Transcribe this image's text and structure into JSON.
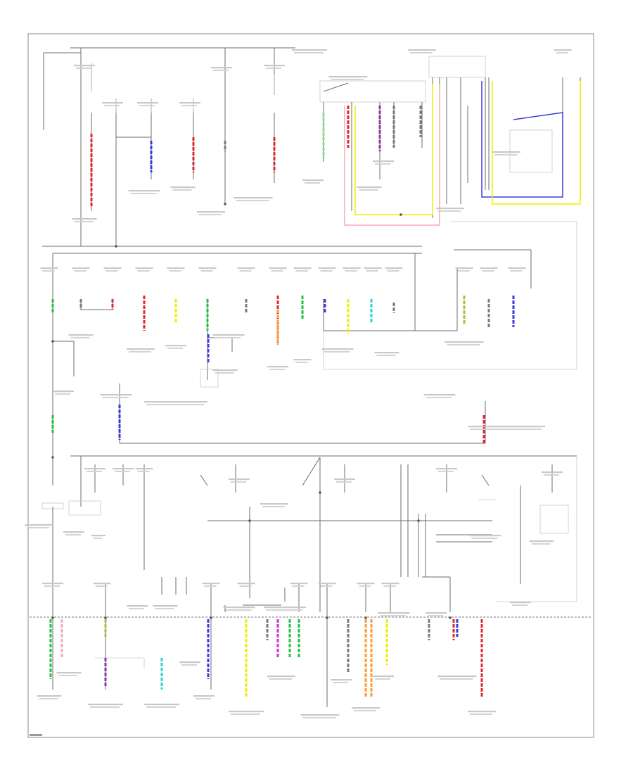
{
  "diagram": {
    "title": "",
    "wire_colors": {
      "red": "#e0282f",
      "pink": "#f7a9b8",
      "blue": "#3b3bdc",
      "yellow": "#eeee00",
      "green": "#22c043",
      "lightgreen": "#8fe08f",
      "orange": "#ff9b2f",
      "purple": "#8a3aa5",
      "violet": "#7f3fbf",
      "cyan": "#27d6d6",
      "magenta": "#d830d8",
      "gray": "#7a7a7a",
      "darkgray": "#444444",
      "olive": "#b8b840",
      "brown": "#a0783c"
    },
    "upper_wires": [
      "red",
      "blue",
      "red",
      "gray",
      "red",
      "lightgreen",
      "red",
      "purple",
      "gray",
      "gray"
    ],
    "middle_wires": [
      "green",
      "gray",
      "red",
      "red",
      "yellow",
      "green",
      "gray",
      "red",
      "green",
      "blue",
      "yellow",
      "cyan",
      "gray",
      "olive",
      "gray",
      "blue"
    ],
    "lower_wires": [
      "green",
      "pink",
      "olive",
      "purple",
      "cyan",
      "blue",
      "yellow",
      "gray",
      "magenta",
      "green",
      "green",
      "gray",
      "orange",
      "orange",
      "yellow",
      "gray",
      "red",
      "blue",
      "red"
    ]
  }
}
